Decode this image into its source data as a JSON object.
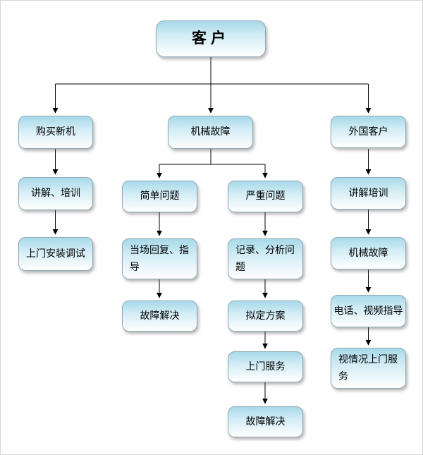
{
  "colors": {
    "node_top": "#a7d9e9",
    "node_border": "#8fa9b4",
    "arrow": "#000000"
  },
  "nodes": {
    "customer": "客户",
    "buy_new": "购买新机",
    "mech_fault": "机械故障",
    "foreign": "外国客户",
    "explain_train_left": "讲解、培训",
    "onsite_install": "上门安装调试",
    "simple_problem": "简单问题",
    "serious_problem": "严重问题",
    "reply_guide": "当场回复、指导",
    "fault_solved_simple": "故障解决",
    "record_analyze": "记录、分析问题",
    "plan": "拟定方案",
    "onsite_service": "上门服务",
    "fault_solved_serious": "故障解决",
    "explain_train_right": "讲解培训",
    "mech_fault_right": "机械故障",
    "phone_video": "电话、视频指导",
    "onsite_case": "视情况上门服务"
  }
}
